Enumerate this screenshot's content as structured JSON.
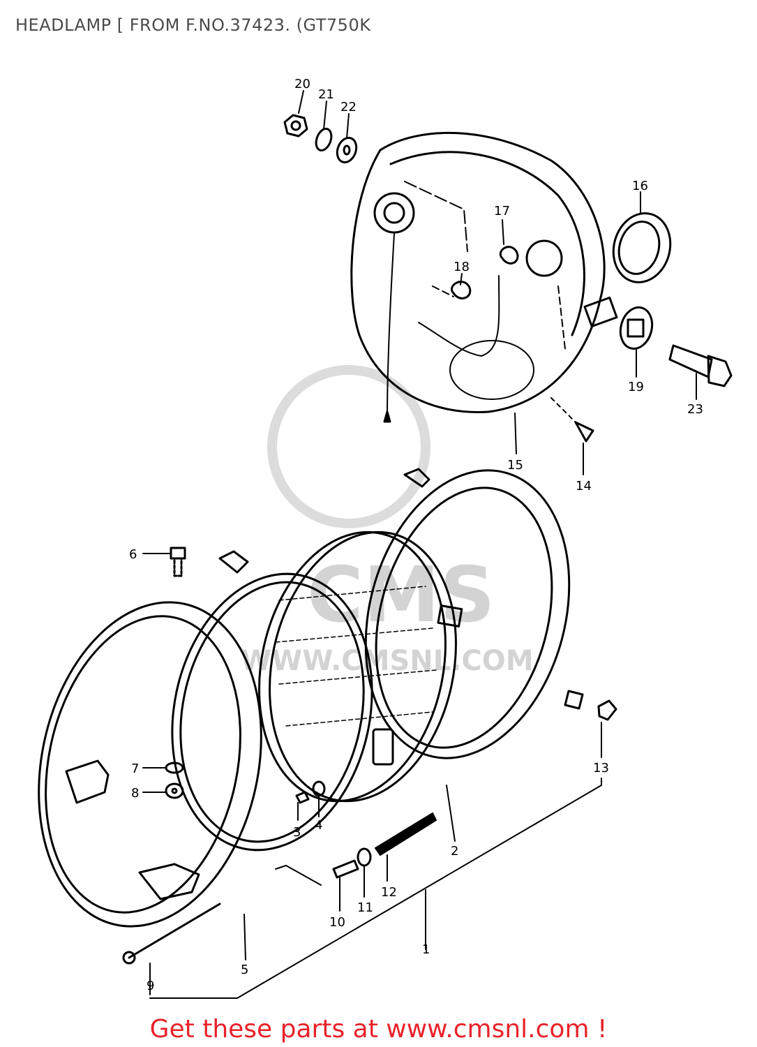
{
  "title": "HEADLAMP [ FROM F.NO.37423. (GT750K",
  "footer": "Get these parts at www.cmsnl.com !",
  "watermark": {
    "brand": "CMS",
    "url": "WWW.CMSNL.COM"
  },
  "colors": {
    "footer_text": "#e8222a",
    "line_art": "#000000",
    "watermark": "#cfcfcf"
  },
  "callouts": [
    {
      "id": "c1",
      "label": "1"
    },
    {
      "id": "c2",
      "label": "2"
    },
    {
      "id": "c3",
      "label": "3"
    },
    {
      "id": "c4",
      "label": "4"
    },
    {
      "id": "c5",
      "label": "5"
    },
    {
      "id": "c6",
      "label": "6"
    },
    {
      "id": "c7",
      "label": "7"
    },
    {
      "id": "c8",
      "label": "8"
    },
    {
      "id": "c9",
      "label": "9"
    },
    {
      "id": "c10",
      "label": "10"
    },
    {
      "id": "c11",
      "label": "11"
    },
    {
      "id": "c12",
      "label": "12"
    },
    {
      "id": "c13",
      "label": "13"
    },
    {
      "id": "c14",
      "label": "14"
    },
    {
      "id": "c15",
      "label": "15"
    },
    {
      "id": "c16",
      "label": "16"
    },
    {
      "id": "c17",
      "label": "17"
    },
    {
      "id": "c18",
      "label": "18"
    },
    {
      "id": "c19",
      "label": "19"
    },
    {
      "id": "c20",
      "label": "20"
    },
    {
      "id": "c21",
      "label": "21"
    },
    {
      "id": "c22",
      "label": "22"
    },
    {
      "id": "c23",
      "label": "23"
    }
  ]
}
